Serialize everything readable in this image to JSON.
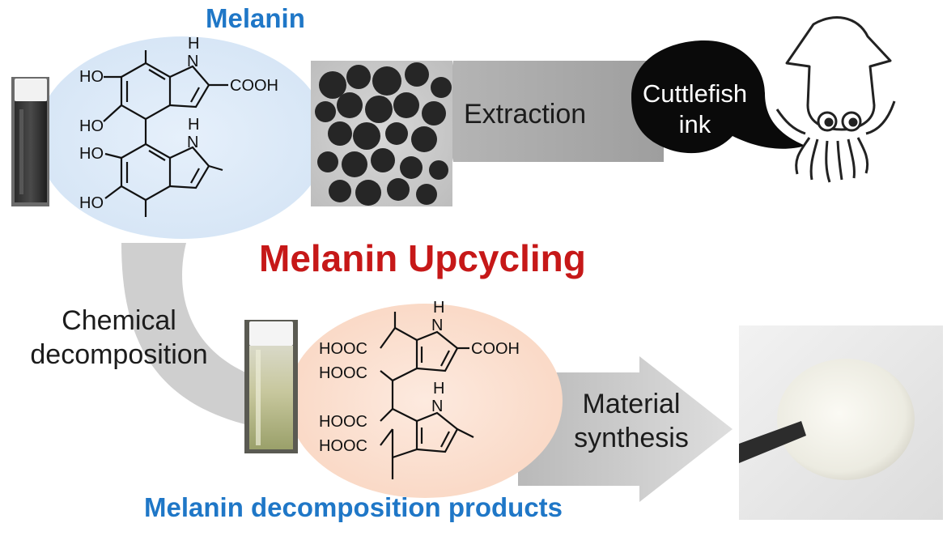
{
  "top": {
    "title": "Melanin",
    "extraction_label": "Extraction",
    "ink_label_line1": "Cuttlefish",
    "ink_label_line2": "ink"
  },
  "center_title": "Melanin Upcycling",
  "left": {
    "decomposition_line1": "Chemical",
    "decomposition_line2": "decomposition"
  },
  "right": {
    "synthesis_line1": "Material",
    "synthesis_line2": "synthesis"
  },
  "bottom_title": "Melanin decomposition products",
  "structures": {
    "melanin": {
      "ho_labels": [
        "HO",
        "HO",
        "HO",
        "HO"
      ],
      "nh_labels": [
        "H",
        "N",
        "H",
        "N"
      ],
      "acid_label": "COOH"
    },
    "products": {
      "hooc_labels": [
        "HOOC",
        "HOOC",
        "HOOC",
        "HOOC"
      ],
      "nh_labels": [
        "H",
        "N",
        "H",
        "N"
      ],
      "acid_label": "COOH"
    }
  },
  "colors": {
    "blue_title": "#1f77c7",
    "red_title": "#c61818",
    "melanin_bubble": "#dde9f7",
    "products_bubble": "#fbe0d2",
    "arrow_gray": "#c9c9c9",
    "ink_blob": "#0a0a0a"
  },
  "icons": [
    "cuttlefish-icon",
    "vial-dark-icon",
    "vial-light-icon",
    "tweezers-icon"
  ]
}
